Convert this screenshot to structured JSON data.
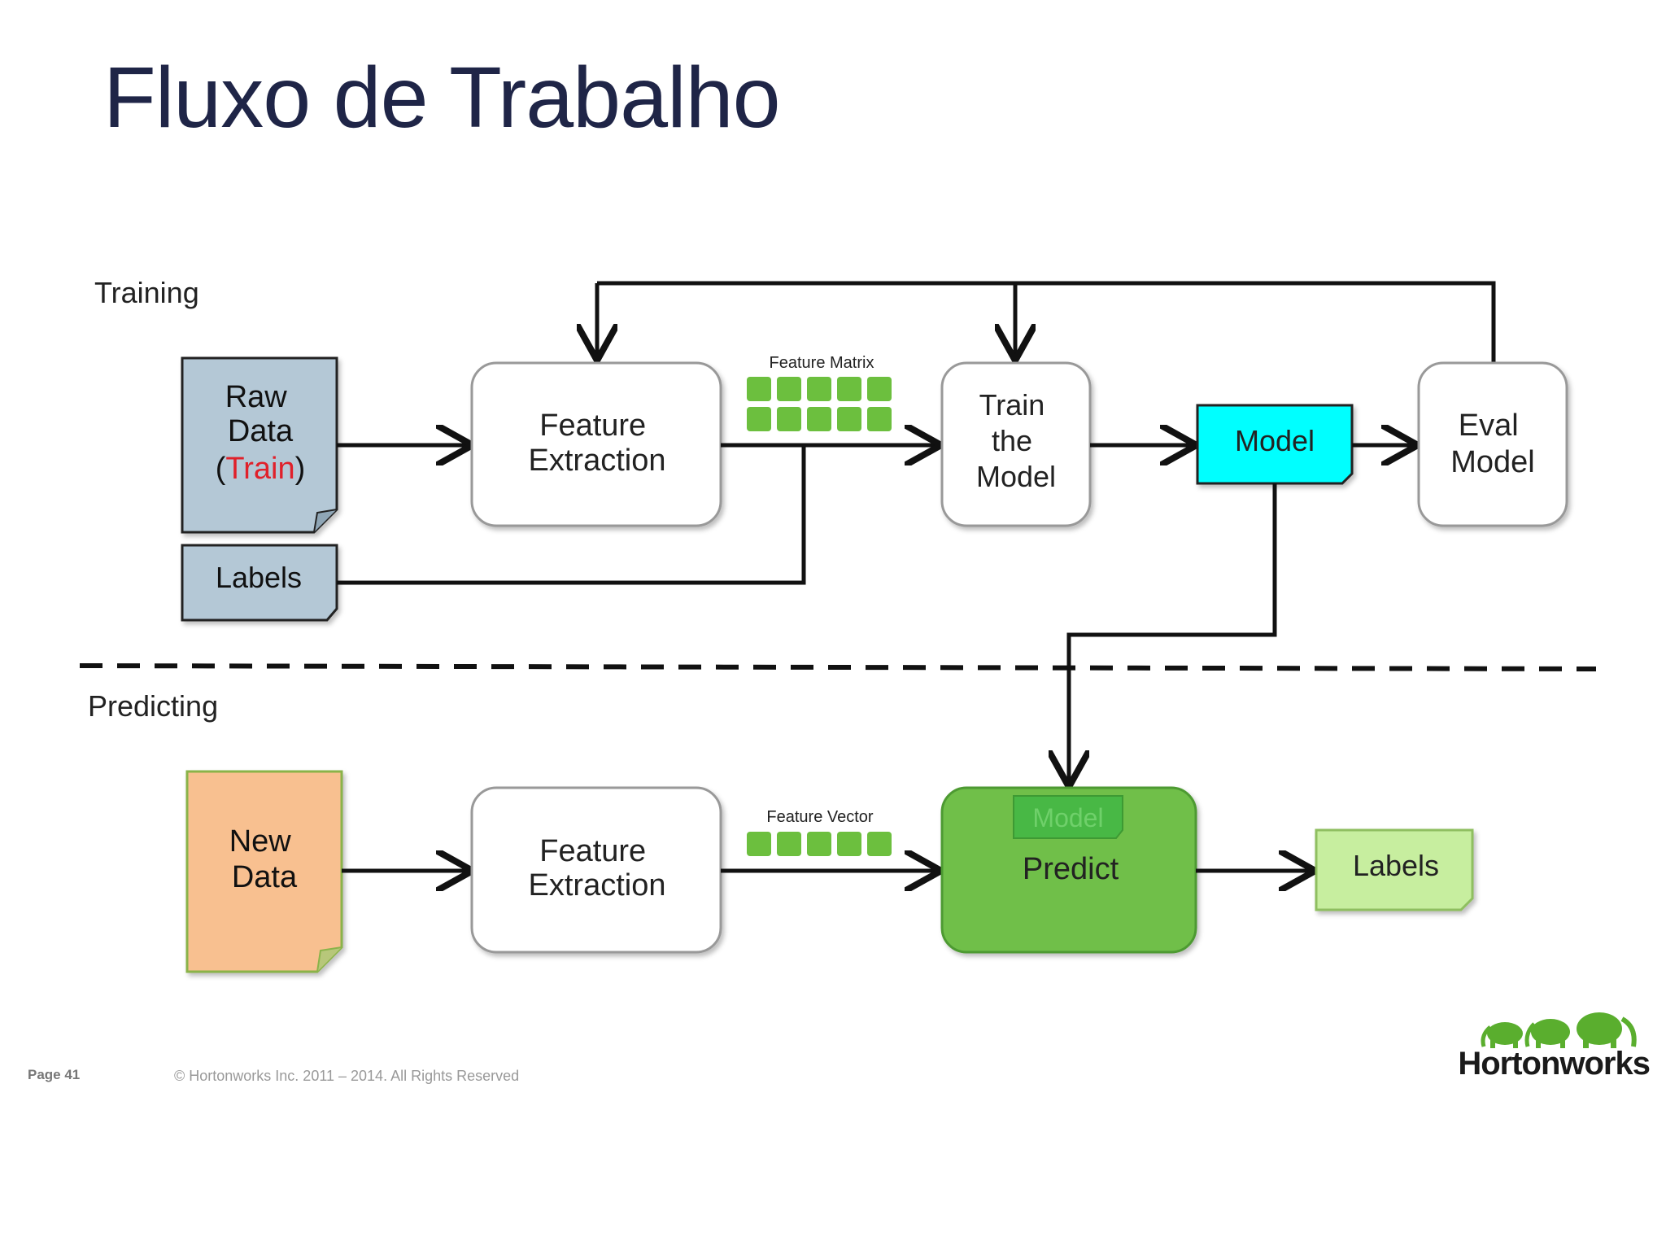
{
  "slide": {
    "title": "Fluxo de Trabalho"
  },
  "training": {
    "section_label": "Training",
    "raw_data": {
      "line1": "Raw",
      "line2": "Data",
      "paren_open": "(",
      "train": "Train",
      "paren_close": ")"
    },
    "labels": "Labels",
    "feature_extraction": {
      "line1": "Feature",
      "line2": "Extraction"
    },
    "feature_matrix_label": "Feature Matrix",
    "train_model": {
      "line1": "Train",
      "line2": "the",
      "line3": "Model"
    },
    "model": "Model",
    "eval_model": {
      "line1": "Eval",
      "line2": "Model"
    }
  },
  "predicting": {
    "section_label": "Predicting",
    "new_data": {
      "line1": "New",
      "line2": "Data"
    },
    "feature_extraction": {
      "line1": "Feature",
      "line2": "Extraction"
    },
    "feature_vector_label": "Feature Vector",
    "predict_model_tag": "Model",
    "predict": "Predict",
    "labels": "Labels"
  },
  "footer": {
    "page": "Page 41",
    "copyright": "© Hortonworks Inc. 2011 – 2014. All Rights Reserved",
    "brand": "Hortonworks"
  },
  "colors": {
    "title": "#1f2547",
    "raw_data_fill": "#b4c8d6",
    "model_fill": "#00ffff",
    "new_data_fill": "#f8c090",
    "predict_fill": "#6fbf4a",
    "labels_out_fill": "#c7ee9f",
    "matrix_cell": "#6cbf3e",
    "train_word": "#e0202a"
  }
}
